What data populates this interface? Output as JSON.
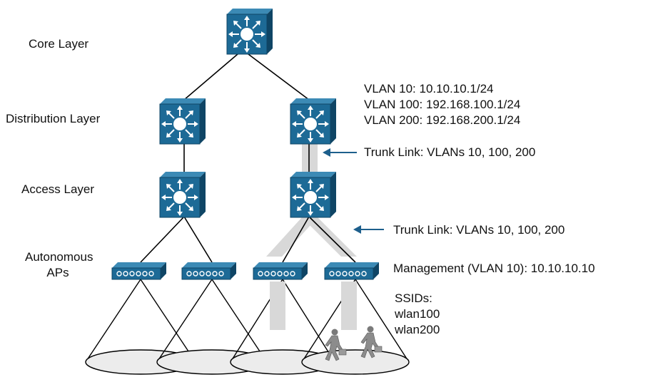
{
  "layers": {
    "core": "Core Layer",
    "distribution": "Distribution Layer",
    "access": "Access Layer",
    "aps_line1": "Autonomous",
    "aps_line2": "APs"
  },
  "annotations": {
    "vlan_lines": [
      "VLAN 10: 10.10.10.1/24",
      "VLAN 100: 192.168.100.1/24",
      "VLAN 200: 192.168.200.1/24"
    ],
    "trunk_upper": "Trunk Link: VLANs 10, 100, 200",
    "trunk_lower": "Trunk Link: VLANs 10, 100, 200",
    "management": "Management (VLAN 10): 10.10.10.10",
    "ssids_title": "SSIDs:",
    "ssid_1": "wlan100",
    "ssid_2": "wlan200"
  },
  "icons": {
    "switch": "multilayer-switch-icon",
    "ap": "access-point-icon",
    "users": "walking-users-icon"
  },
  "colors": {
    "device_face": "#1d6a96",
    "device_side": "#0f4565",
    "device_top": "#3c8ab5",
    "trunk_band": "#d8d8d8",
    "coverage_fill": "#ececec",
    "arrow": "#1d5f8c"
  }
}
